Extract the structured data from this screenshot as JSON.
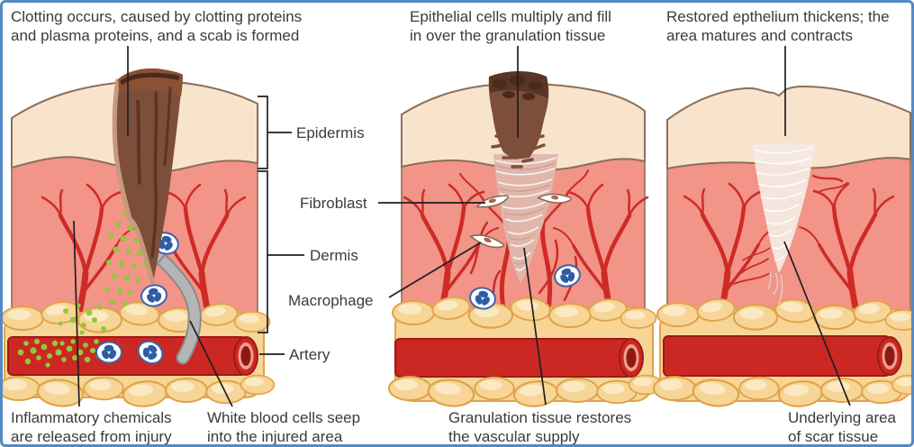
{
  "figure": {
    "title": "Stages of wound healing diagram",
    "captions": {
      "top1": "Clotting occurs, caused by clotting proteins\nand plasma proteins, and a scab is formed",
      "top2": "Epithelial cells multiply and fill\nin over the granulation tissue",
      "top3": "Restored epthelium thickens; the\narea matures and contracts",
      "bottom1": "Inflammatory chemicals\nare released from injury",
      "bottom2": "White blood cells seep\ninto the injured area",
      "bottom3": "Granulation tissue restores\nthe vascular supply",
      "bottom4": "Underlying area\nof scar tissue"
    },
    "labels": {
      "epidermis": "Epidermis",
      "dermis": "Dermis",
      "fibroblast": "Fibroblast",
      "macrophage": "Macrophage",
      "artery": "Artery"
    },
    "colors": {
      "border_blue": "#5589c6",
      "epidermis_cream": "#f8e4cd",
      "dermis_pink": "#f29488",
      "outline_brown": "#8c6f58",
      "vessel_red": "#ce2b26",
      "artery_red": "#cb2823",
      "artery_dark": "#9c1a16",
      "fat_yellow": "#f7d596",
      "fat_outline": "#dfa34a",
      "scab_brown": "#7d4f3b",
      "scab_dark": "#502d1c",
      "scab_light": "#c69a7d",
      "granulation_pink": "#e0b8ad",
      "scar_pale": "#f6e9e2",
      "green_dots": "#93c83d",
      "wbc_blue": "#2e5ca6",
      "arrow_gray": "#b5b5b5",
      "text": "#3b3b3b"
    }
  }
}
